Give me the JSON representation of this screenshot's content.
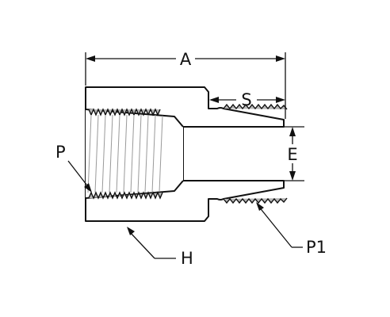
{
  "labels": {
    "overall_length": "A",
    "thread_length": "S",
    "bore_diameter": "E",
    "female_thread": "P",
    "male_thread": "P1",
    "hex": "H"
  },
  "colors": {
    "body_fill": "#b7b7b7",
    "bore_fill": "#ffffff",
    "outline": "#111111"
  }
}
